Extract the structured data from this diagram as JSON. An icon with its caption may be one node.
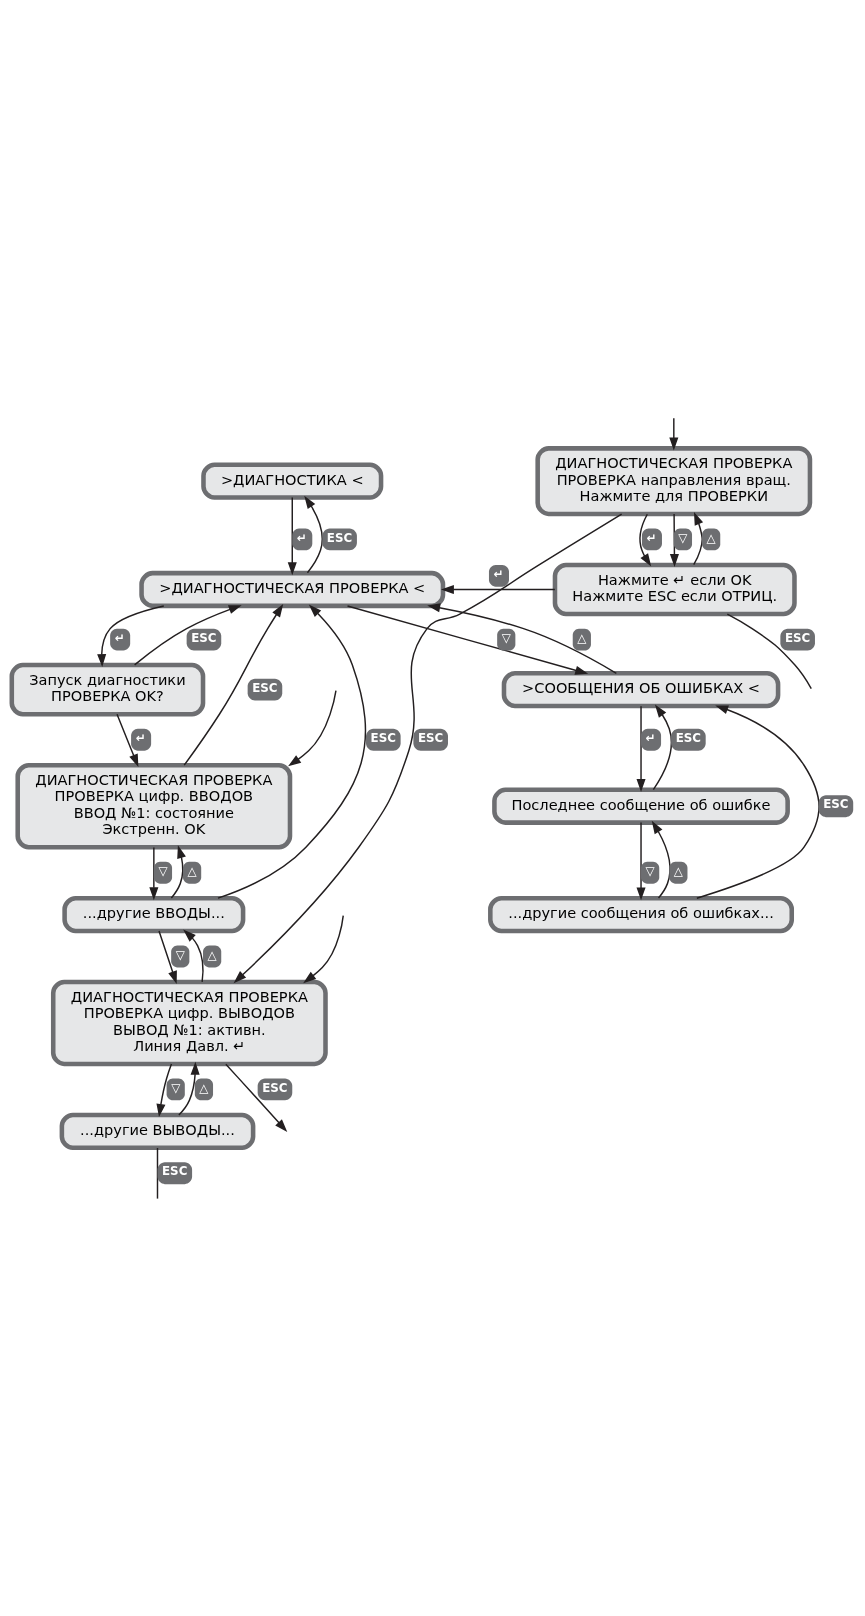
{
  "diagram": {
    "nodes": [
      {
        "text": [
          ">ДИАГНОСТИКА <"
        ]
      },
      {
        "text": [
          ">ДИАГНОСТИЧЕСКАЯ ПРОВЕРКА <"
        ]
      },
      {
        "text": [
          "Запуск диагностики",
          "ПРОВЕРКА OK?"
        ]
      },
      {
        "text": [
          "ДИАГНОСТИЧЕСКАЯ ПРОВЕРКА",
          "ПРОВЕРКА цифр. ВВОДОВ",
          "ВВОД №1: состояние",
          "Экстренн. OK"
        ]
      },
      {
        "text": [
          "...другие ВВОДЫ..."
        ]
      },
      {
        "text": [
          "ДИАГНОСТИЧЕСКАЯ ПРОВЕРКА",
          "ПРОВЕРКА цифр. ВЫВОДОВ",
          "ВЫВОД №1: активн.",
          "Линия Давл. ↵"
        ]
      },
      {
        "text": [
          "...другие ВЫВОДЫ..."
        ]
      },
      {
        "text": [
          "ДИАГНОСТИЧЕСКАЯ ПРОВЕРКА",
          "ПРОВЕРКА направления вращ.",
          "Нажмите для ПРОВЕРКИ"
        ]
      },
      {
        "text": [
          "Нажмите ↵ если OK",
          "Нажмите ESC если ОТРИЦ."
        ]
      },
      {
        "text": [
          ">СООБЩЕНИЯ ОБ ОШИБКАХ <"
        ]
      },
      {
        "text": [
          "Последнее сообщение об ошибке"
        ]
      },
      {
        "text": [
          "...другие сообщения об ошибках..."
        ]
      }
    ],
    "edges": [
      {
        "from": 0,
        "to": 1,
        "arrow": "to",
        "label": "↵"
      },
      {
        "from": 1,
        "to": 0,
        "arrow": "to",
        "label": "ESC"
      },
      {
        "from": 1,
        "to": 2,
        "arrow": "to",
        "label": "↵"
      },
      {
        "from": 2,
        "to": 1,
        "arrow": "to",
        "label": "ESC"
      },
      {
        "from": 2,
        "to": 3,
        "arrow": "to",
        "label": "↵"
      },
      {
        "from": 3,
        "to": 1,
        "arrow": "to",
        "label": "ESC"
      },
      {
        "from": null,
        "to": 3,
        "arrow": "to"
      },
      {
        "from": 3,
        "to": 4,
        "arrow": "to",
        "label": "▽"
      },
      {
        "from": 4,
        "to": 3,
        "arrow": "to",
        "label": "△"
      },
      {
        "from": 4,
        "to": 1,
        "arrow": "to",
        "label": "ESC"
      },
      {
        "from": 4,
        "to": 5,
        "arrow": "to",
        "label": "▽"
      },
      {
        "from": 5,
        "to": 4,
        "arrow": "to",
        "label": "△"
      },
      {
        "from": 5,
        "to": null,
        "arrow": "to",
        "label": "ESC"
      },
      {
        "from": null,
        "to": 5,
        "arrow": "to"
      },
      {
        "from": 5,
        "to": 6,
        "arrow": "to",
        "label": "▽"
      },
      {
        "from": 6,
        "to": 5,
        "arrow": "to",
        "label": "△"
      },
      {
        "from": 6,
        "to": null,
        "arrow": "none",
        "label": "ESC"
      },
      {
        "from": null,
        "to": 7,
        "arrow": "to"
      },
      {
        "from": 7,
        "to": 5,
        "arrow": "to",
        "label": "ESC"
      },
      {
        "from": 7,
        "to": 8,
        "arrow": "to",
        "label": "↵"
      },
      {
        "from": 7,
        "to": 8,
        "arrow": "to",
        "label": "▽"
      },
      {
        "from": 8,
        "to": 7,
        "arrow": "to",
        "label": "△"
      },
      {
        "from": 8,
        "to": null,
        "arrow": "none",
        "label": "ESC"
      },
      {
        "from": 8,
        "to": 1,
        "arrow": "to",
        "label": "↵"
      },
      {
        "from": 1,
        "to": 9,
        "arrow": "to",
        "label": "▽"
      },
      {
        "from": 9,
        "to": 1,
        "arrow": "to",
        "label": "△"
      },
      {
        "from": 9,
        "to": 10,
        "arrow": "to",
        "label": "↵"
      },
      {
        "from": 10,
        "to": 9,
        "arrow": "to",
        "label": "ESC"
      },
      {
        "from": 10,
        "to": 11,
        "arrow": "to",
        "label": "▽"
      },
      {
        "from": 11,
        "to": 10,
        "arrow": "to",
        "label": "△"
      },
      {
        "from": 11,
        "to": 9,
        "arrow": "to",
        "label": "ESC"
      }
    ]
  }
}
